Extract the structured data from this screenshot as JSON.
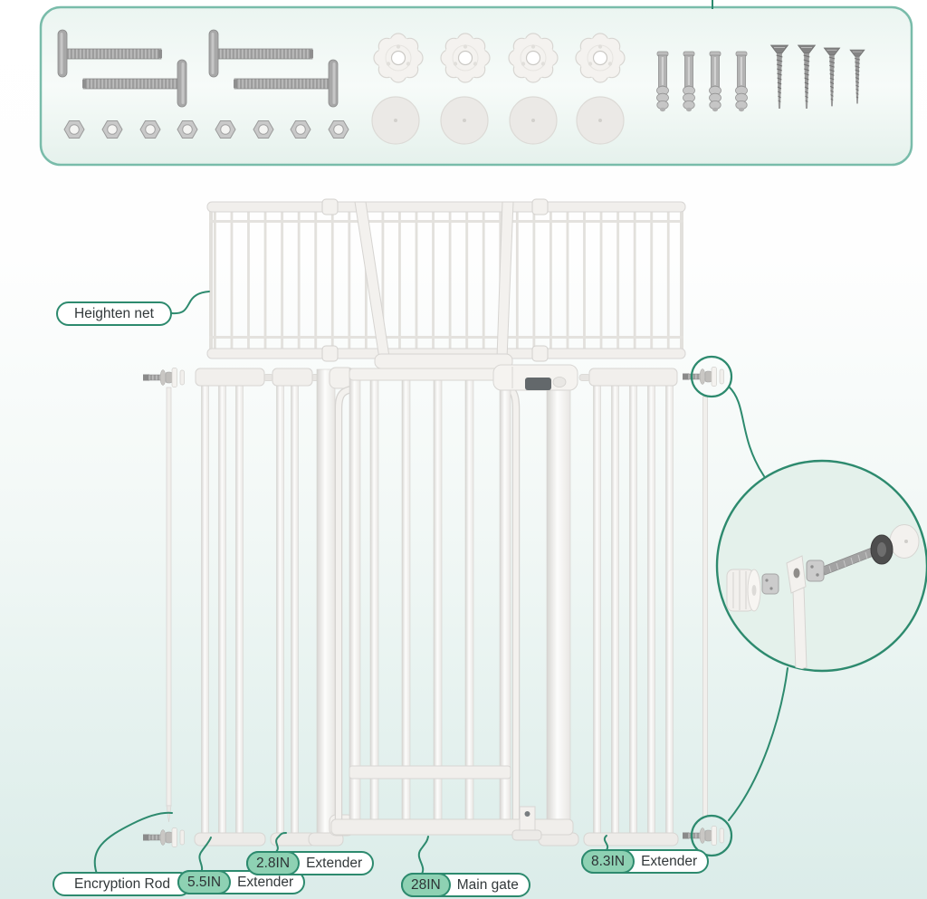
{
  "labels": {
    "heighten_net": "Heighten net",
    "encryption_rod": "Encryption Rod",
    "extender_55": {
      "size": "5.5IN",
      "name": "Extender"
    },
    "extender_28": {
      "size": "2.8IN",
      "name": "Extender"
    },
    "main_gate": {
      "size": "28IN",
      "name": "Main gate"
    },
    "extender_83": {
      "size": "8.3IN",
      "name": "Extender"
    }
  },
  "hardware_panel": {
    "items": [
      {
        "icon": "t-bolt-icon",
        "count": 4
      },
      {
        "icon": "hex-nut-icon",
        "count": 8
      },
      {
        "icon": "spinner-knob-icon",
        "count": 4
      },
      {
        "icon": "wall-cup-icon",
        "count": 4
      },
      {
        "icon": "wall-anchor-icon",
        "count": 4
      },
      {
        "icon": "screw-icon",
        "count": 4
      }
    ]
  },
  "detail_views": [
    {
      "icon": "rod-mount-top-detail",
      "shape": "small-circle"
    },
    {
      "icon": "rod-mount-bottom-detail",
      "shape": "small-circle"
    },
    {
      "icon": "rod-bolt-exploded-detail",
      "shape": "large-circle"
    }
  ],
  "colors": {
    "accent_teal": "#2d8a6e",
    "badge_green": "#8ed1b3",
    "panel_border": "#79bcaa",
    "metal_gray": "#9a9a9a",
    "part_white": "#f3f1ee"
  }
}
